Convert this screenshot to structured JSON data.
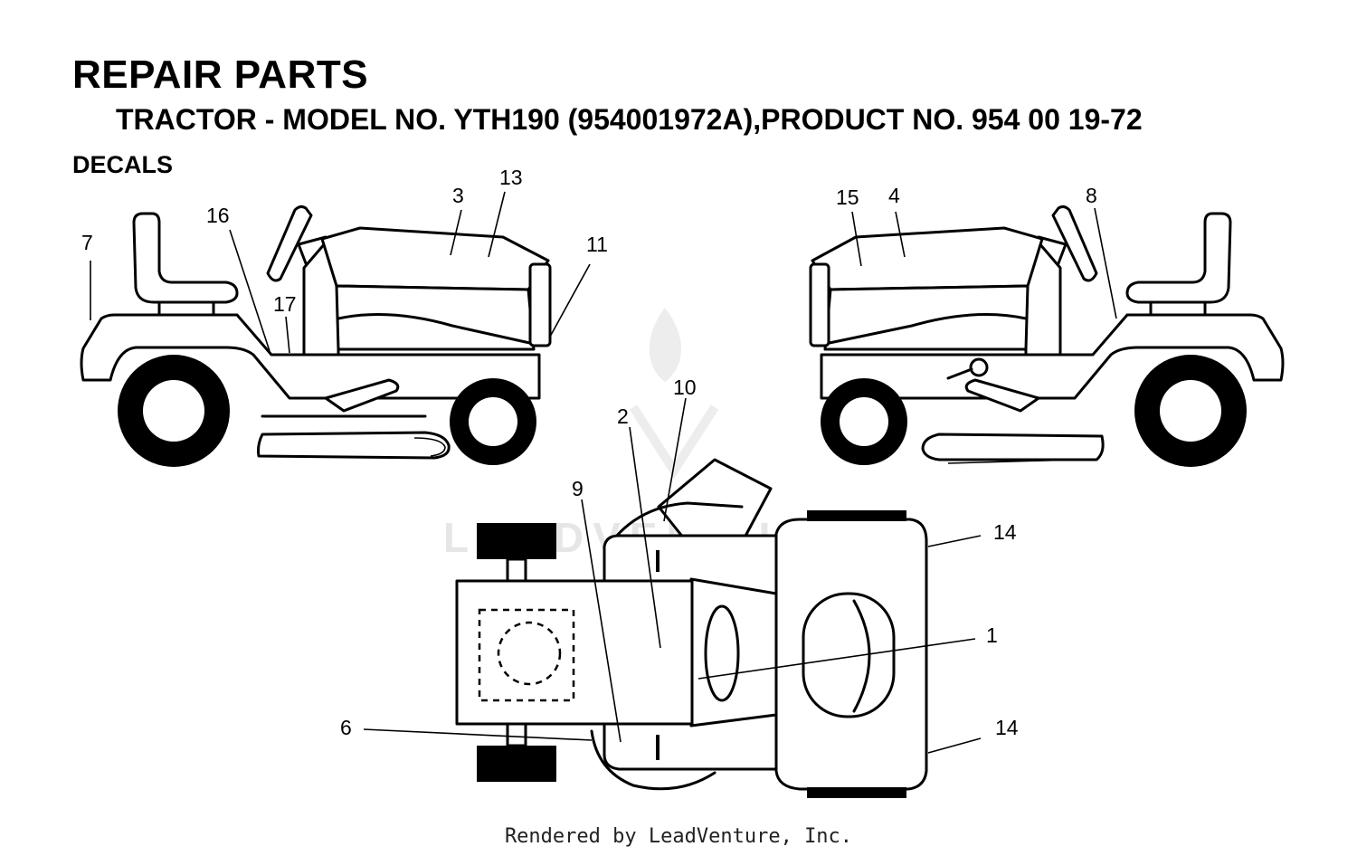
{
  "header": {
    "title": "REPAIR PARTS",
    "subtitle": "TRACTOR - MODEL NO. YTH190 (954001972A),PRODUCT NO. 954 00 19-72",
    "section": "DECALS"
  },
  "callouts": {
    "c1": "1",
    "c2": "2",
    "c3": "3",
    "c4": "4",
    "c6": "6",
    "c7": "7",
    "c8": "8",
    "c9": "9",
    "c10": "10",
    "c11": "11",
    "c13": "13",
    "c14a": "14",
    "c14b": "14",
    "c15": "15",
    "c16": "16",
    "c17": "17"
  },
  "watermark": {
    "text": "LEADVENTURE"
  },
  "footer": {
    "text": "Rendered by LeadVenture, Inc."
  }
}
